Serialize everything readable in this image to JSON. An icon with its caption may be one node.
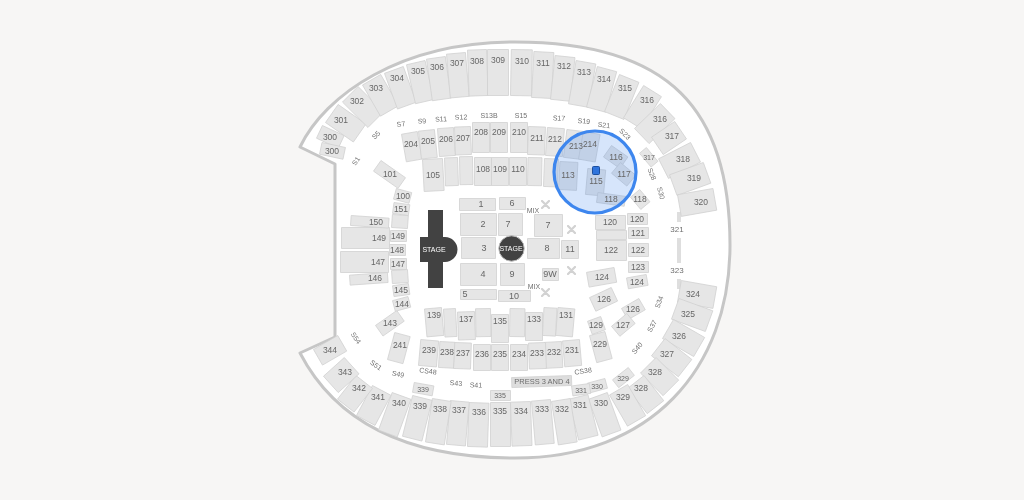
{
  "diagram": {
    "nodes": [
      {
        "text": [
          "300"
        ]
      },
      {
        "text": [
          "300"
        ]
      },
      {
        "text": [
          "301"
        ]
      },
      {
        "text": [
          "302"
        ]
      },
      {
        "text": [
          "303"
        ]
      },
      {
        "text": [
          "304"
        ]
      },
      {
        "text": [
          "305"
        ]
      },
      {
        "text": [
          "306"
        ]
      },
      {
        "text": [
          "307"
        ]
      },
      {
        "text": [
          "308"
        ]
      },
      {
        "text": [
          "309"
        ]
      },
      {
        "text": [
          "310"
        ]
      },
      {
        "text": [
          "311"
        ]
      },
      {
        "text": [
          "312"
        ]
      },
      {
        "text": [
          "313"
        ]
      },
      {
        "text": [
          "314"
        ]
      },
      {
        "text": [
          "315"
        ]
      },
      {
        "text": [
          "316"
        ]
      },
      {
        "text": [
          "316"
        ]
      },
      {
        "text": [
          "317"
        ]
      },
      {
        "text": [
          "318"
        ]
      },
      {
        "text": [
          "319"
        ]
      },
      {
        "text": [
          "320"
        ]
      },
      {
        "text": [
          "324"
        ]
      },
      {
        "text": [
          "325"
        ]
      },
      {
        "text": [
          "326"
        ]
      },
      {
        "text": [
          "327"
        ]
      },
      {
        "text": [
          "328"
        ]
      },
      {
        "text": [
          "328"
        ]
      },
      {
        "text": [
          "329"
        ]
      },
      {
        "text": [
          "330"
        ]
      },
      {
        "text": [
          "331"
        ]
      },
      {
        "text": [
          "332"
        ]
      },
      {
        "text": [
          "333"
        ]
      },
      {
        "text": [
          "334"
        ]
      },
      {
        "text": [
          "335"
        ]
      },
      {
        "text": [
          "336"
        ]
      },
      {
        "text": [
          "337"
        ]
      },
      {
        "text": [
          "338"
        ]
      },
      {
        "text": [
          "339"
        ]
      },
      {
        "text": [
          "340"
        ]
      },
      {
        "text": [
          "341"
        ]
      },
      {
        "text": [
          "342"
        ]
      },
      {
        "text": [
          "343"
        ]
      },
      {
        "text": [
          "344"
        ]
      },
      {
        "text": [
          "317"
        ]
      },
      {
        "text": [
          "329"
        ]
      },
      {
        "text": [
          "330"
        ]
      },
      {
        "text": [
          "331"
        ]
      },
      {
        "text": [
          "335"
        ]
      },
      {
        "text": [
          "339"
        ]
      },
      {
        "text": [
          "PRESS 3 AND 4"
        ]
      },
      {
        "text": [
          "204"
        ]
      },
      {
        "text": [
          "205"
        ]
      },
      {
        "text": [
          "206"
        ]
      },
      {
        "text": [
          "207"
        ]
      },
      {
        "text": [
          "208"
        ]
      },
      {
        "text": [
          "209"
        ]
      },
      {
        "text": [
          "210"
        ]
      },
      {
        "text": [
          "211"
        ]
      },
      {
        "text": [
          "212"
        ]
      },
      {
        "text": [
          "213"
        ]
      },
      {
        "text": [
          "214"
        ]
      },
      {
        "text": [
          "229"
        ]
      },
      {
        "text": [
          "231"
        ]
      },
      {
        "text": [
          "232"
        ]
      },
      {
        "text": [
          "233"
        ]
      },
      {
        "text": [
          "234"
        ]
      },
      {
        "text": [
          "235"
        ]
      },
      {
        "text": [
          "236"
        ]
      },
      {
        "text": [
          "237"
        ]
      },
      {
        "text": [
          "238"
        ]
      },
      {
        "text": [
          "239"
        ]
      },
      {
        "text": [
          "241"
        ]
      },
      {
        "text": [
          "101"
        ]
      },
      {
        "text": [
          "105"
        ]
      },
      {
        "text": [
          "108"
        ]
      },
      {
        "text": [
          "109"
        ]
      },
      {
        "text": [
          "110"
        ]
      },
      {
        "text": [
          "113"
        ]
      },
      {
        "text": [
          "115"
        ]
      },
      {
        "text": [
          "116"
        ]
      },
      {
        "text": [
          "117"
        ]
      },
      {
        "text": [
          "118"
        ]
      },
      {
        "text": [
          "118"
        ]
      },
      {
        "text": [
          "120"
        ]
      },
      {
        "text": [
          "120"
        ]
      },
      {
        "text": [
          "121"
        ]
      },
      {
        "text": [
          "122"
        ]
      },
      {
        "text": [
          "122"
        ]
      },
      {
        "text": [
          "123"
        ]
      },
      {
        "text": [
          "124"
        ]
      },
      {
        "text": [
          "124"
        ]
      },
      {
        "text": [
          "126"
        ]
      },
      {
        "text": [
          "126"
        ]
      },
      {
        "text": [
          "127"
        ]
      },
      {
        "text": [
          "129"
        ]
      },
      {
        "text": [
          "131"
        ]
      },
      {
        "text": [
          "133"
        ]
      },
      {
        "text": [
          "135"
        ]
      },
      {
        "text": [
          "137"
        ]
      },
      {
        "text": [
          "139"
        ]
      },
      {
        "text": [
          "143"
        ]
      },
      {
        "text": [
          "144"
        ]
      },
      {
        "text": [
          "145"
        ]
      },
      {
        "text": [
          "146"
        ]
      },
      {
        "text": [
          "147"
        ]
      },
      {
        "text": [
          "147"
        ]
      },
      {
        "text": [
          "148"
        ]
      },
      {
        "text": [
          "149"
        ]
      },
      {
        "text": [
          "149"
        ]
      },
      {
        "text": [
          "150"
        ]
      },
      {
        "text": [
          "151"
        ]
      },
      {
        "text": [
          "100"
        ]
      },
      {
        "text": [
          "1"
        ]
      },
      {
        "text": [
          "2"
        ]
      },
      {
        "text": [
          "3"
        ]
      },
      {
        "text": [
          "4"
        ]
      },
      {
        "text": [
          "5"
        ]
      },
      {
        "text": [
          "6"
        ]
      },
      {
        "text": [
          "7"
        ]
      },
      {
        "text": [
          "7"
        ]
      },
      {
        "text": [
          "8"
        ]
      },
      {
        "text": [
          "11"
        ]
      },
      {
        "text": [
          "9"
        ]
      },
      {
        "text": [
          "9W"
        ]
      },
      {
        "text": [
          "10"
        ]
      },
      {
        "text": [
          "STAGE"
        ]
      },
      {
        "text": [
          "STAGE"
        ]
      },
      {
        "text": [],
        "shape": "box"
      },
      {
        "text": [],
        "shape": "box"
      },
      {
        "text": [],
        "shape": "box"
      },
      {
        "text": [],
        "shape": "box"
      },
      {
        "text": [],
        "shape": "box"
      },
      {
        "text": [],
        "shape": "box"
      },
      {
        "text": [],
        "shape": "box"
      },
      {
        "text": [],
        "shape": "box"
      },
      {
        "text": [],
        "shape": "box"
      },
      {
        "text": [],
        "shape": "box"
      },
      {
        "text": [],
        "shape": "box"
      }
    ],
    "labels": [
      "S1",
      "S5",
      "S7",
      "S9",
      "S11",
      "S12",
      "S13B",
      "S15",
      "S17",
      "S19",
      "S21",
      "S23",
      "S28",
      "S30",
      "MIX",
      "321",
      "323",
      "MIX",
      "S34",
      "S54",
      "S37",
      "S40",
      "S51",
      "S49",
      "CS48",
      "S43",
      "S41",
      "CS38"
    ]
  }
}
